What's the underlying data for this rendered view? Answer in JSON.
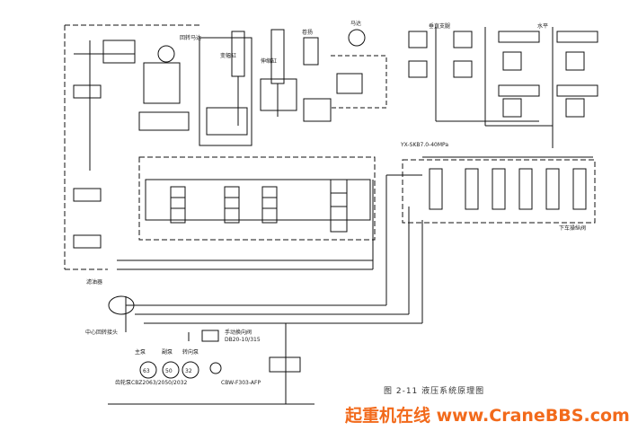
{
  "caption": "图 2-11   液压系统原理图",
  "watermark": "起重机在线 www.CraneBBS.com",
  "labels": {
    "upper_tank": "回转马达",
    "cylinder_a": "变幅缸",
    "cylinder_b": "伸缩缸",
    "winch": "卷扬",
    "upper_motor": "马达",
    "outrigger_vertical": "垂直支腿",
    "outrigger_horizontal": "水平",
    "pressure_note": "YX-SKB7.0-40MPa",
    "outrigger_valve": "下车操纵阀",
    "swivel": "中心回转接头",
    "filter": "滤油器",
    "pump1": "63",
    "pump2": "50",
    "pump3": "32",
    "pump_note": "齿轮泵CBZ2063/2050/2032",
    "pump_model": "CBW-F303-AFP",
    "pump_label_left": "主泵",
    "pump_label_mid": "副泵",
    "pump_label_right": "转向泵",
    "hand_valve": "手动换向阀",
    "hand_valve_model": "DB20-10/315"
  }
}
